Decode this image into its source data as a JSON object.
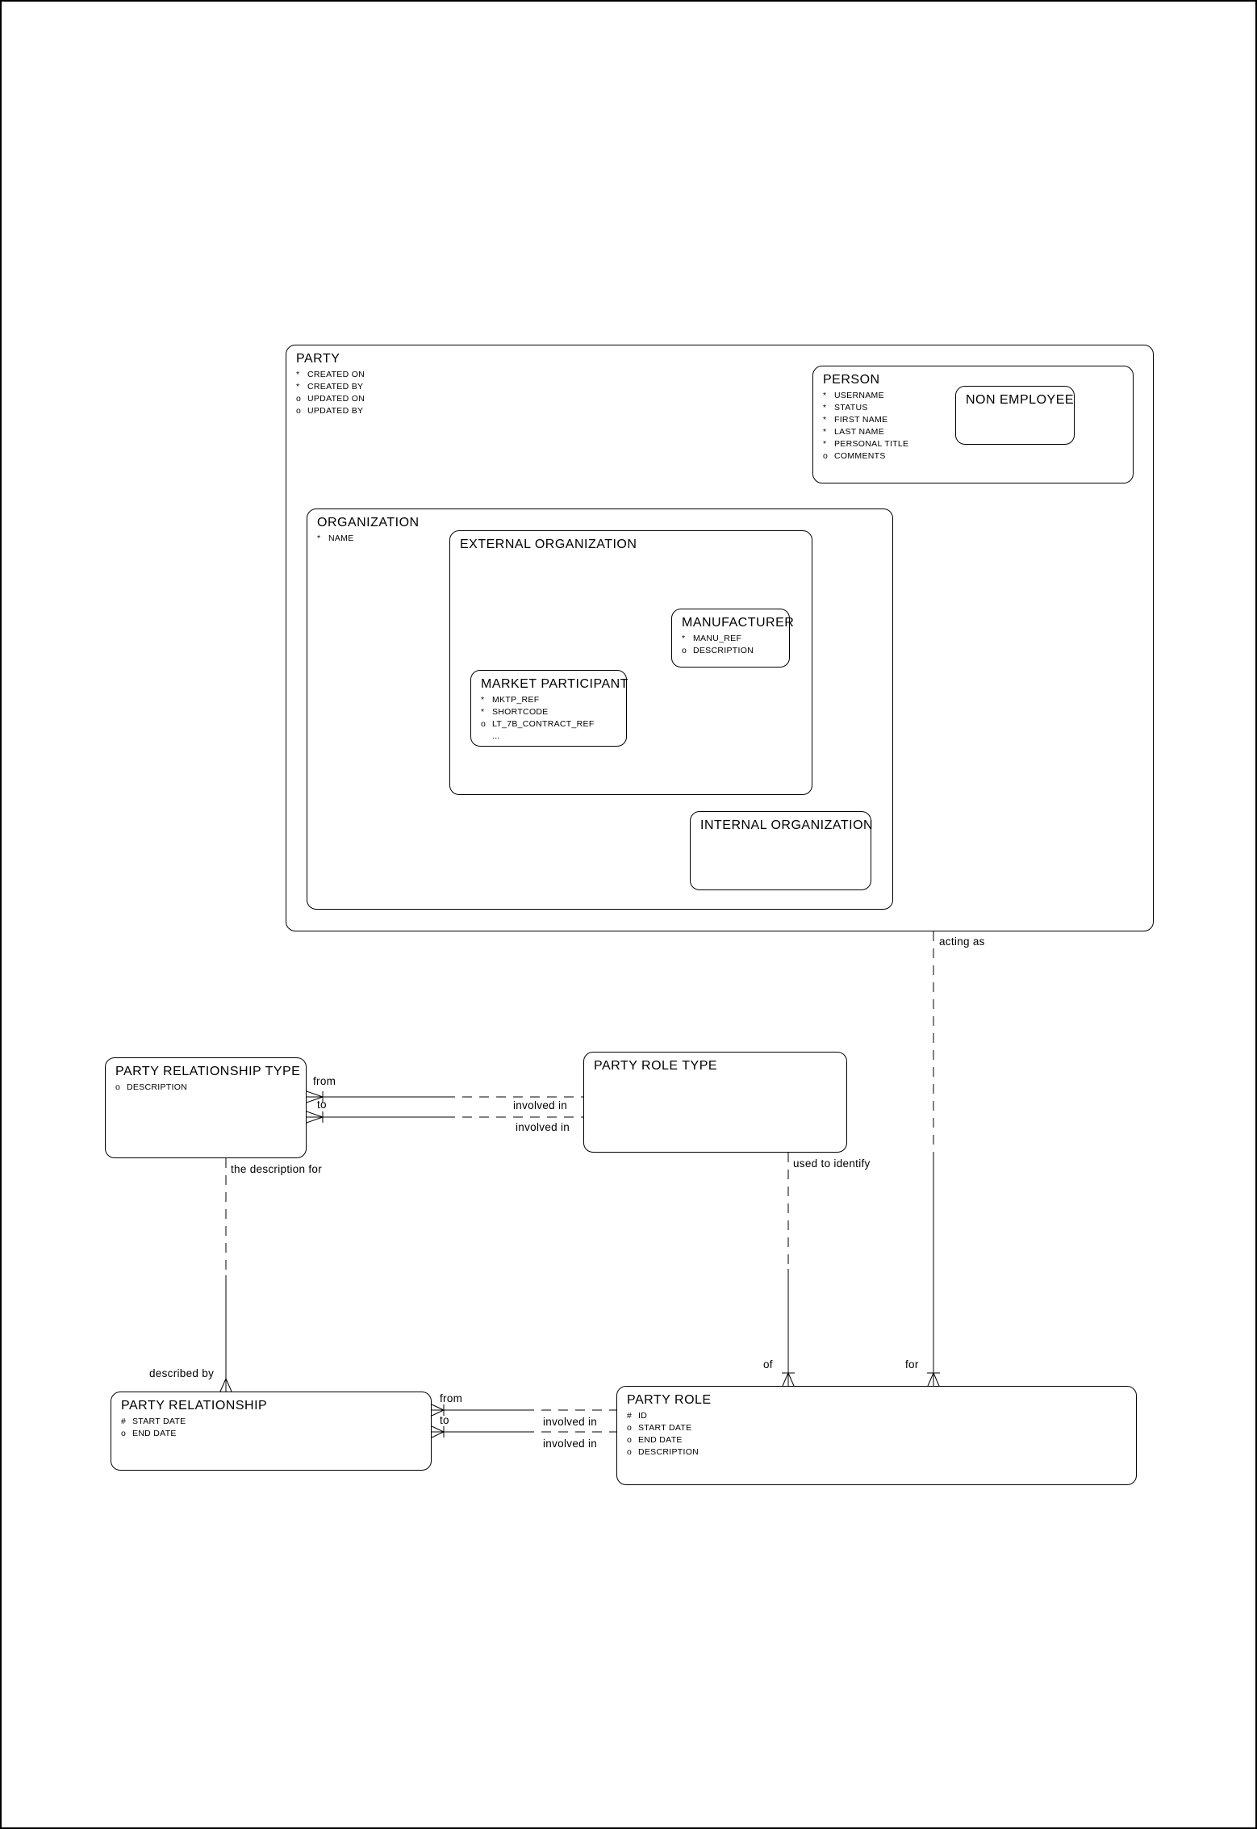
{
  "colors": {
    "line": "#000000",
    "background": "#ffffff"
  },
  "entities": {
    "party": {
      "title": "PARTY",
      "attrs": [
        {
          "p": "*",
          "n": "CREATED ON"
        },
        {
          "p": "*",
          "n": "CREATED BY"
        },
        {
          "p": "o",
          "n": "UPDATED ON"
        },
        {
          "p": "o",
          "n": "UPDATED BY"
        }
      ]
    },
    "person": {
      "title": "PERSON",
      "attrs": [
        {
          "p": "*",
          "n": "USERNAME"
        },
        {
          "p": "*",
          "n": "STATUS"
        },
        {
          "p": "*",
          "n": "FIRST NAME"
        },
        {
          "p": "*",
          "n": "LAST NAME"
        },
        {
          "p": "*",
          "n": "PERSONAL TITLE"
        },
        {
          "p": "o",
          "n": "COMMENTS"
        }
      ]
    },
    "non_employee": {
      "title": "NON EMPLOYEE",
      "attrs": []
    },
    "organization": {
      "title": "ORGANIZATION",
      "attrs": [
        {
          "p": "*",
          "n": "NAME"
        }
      ]
    },
    "external_organization": {
      "title": "EXTERNAL ORGANIZATION",
      "attrs": []
    },
    "manufacturer": {
      "title": "MANUFACTURER",
      "attrs": [
        {
          "p": "*",
          "n": "MANU_REF"
        },
        {
          "p": "o",
          "n": "DESCRIPTION"
        }
      ]
    },
    "market_participant": {
      "title": "MARKET PARTICIPANT",
      "attrs": [
        {
          "p": "*",
          "n": "MKTP_REF"
        },
        {
          "p": "*",
          "n": "SHORTCODE"
        },
        {
          "p": "o",
          "n": "LT_7B_CONTRACT_REF"
        },
        {
          "p": "",
          "n": "..."
        }
      ]
    },
    "internal_organization": {
      "title": "INTERNAL ORGANIZATION",
      "attrs": []
    },
    "party_relationship_type": {
      "title": "PARTY RELATIONSHIP TYPE",
      "attrs": [
        {
          "p": "o",
          "n": "DESCRIPTION"
        }
      ]
    },
    "party_role_type": {
      "title": "PARTY ROLE TYPE",
      "attrs": []
    },
    "party_relationship": {
      "title": "PARTY RELATIONSHIP",
      "attrs": [
        {
          "p": "#",
          "n": "START DATE"
        },
        {
          "p": "o",
          "n": "END DATE"
        }
      ]
    },
    "party_role": {
      "title": "PARTY ROLE",
      "attrs": [
        {
          "p": "#",
          "n": "ID"
        },
        {
          "p": "o",
          "n": "START DATE"
        },
        {
          "p": "o",
          "n": "END DATE"
        },
        {
          "p": "o",
          "n": "DESCRIPTION"
        }
      ]
    }
  },
  "relationships": {
    "acting_as": "acting as",
    "for": "for",
    "of": "of",
    "used_to_identify": "used to identify",
    "the_description_for": "the description for",
    "described_by": "described by",
    "type_from": "from",
    "type_to": "to",
    "type_involved_in_from": "involved in",
    "type_involved_in_to": "involved in",
    "rel_from": "from",
    "rel_to": "to",
    "rel_involved_in_from": "involved in",
    "rel_involved_in_to": "involved in"
  }
}
